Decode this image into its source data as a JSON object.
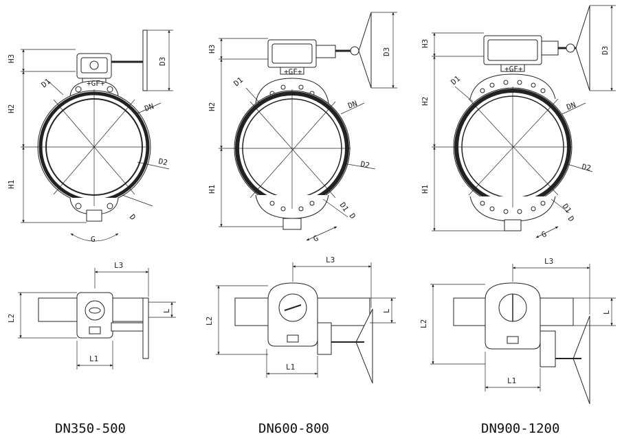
{
  "captions": {
    "left": "DN350-500",
    "middle": "DN600-800",
    "right": "DN900-1200"
  },
  "labels": {
    "H1": "H1",
    "H2": "H2",
    "H3": "H3",
    "D": "D",
    "D1": "D1",
    "D2": "D2",
    "D3": "D3",
    "DN": "DN",
    "G": "G",
    "L": "L",
    "L1": "L1",
    "L2": "L2",
    "L3": "L3",
    "logo": "+GF+"
  }
}
